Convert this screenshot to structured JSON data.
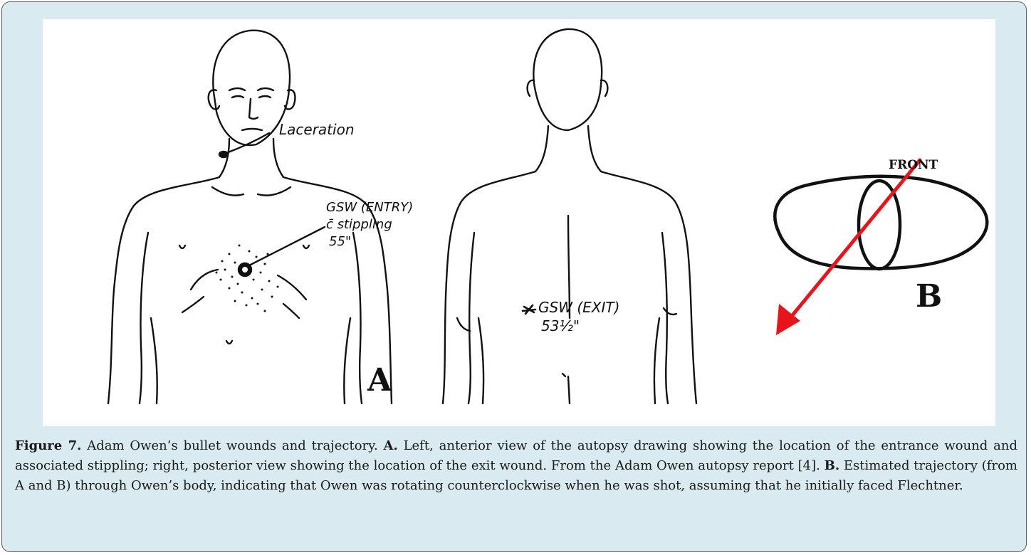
{
  "figure": {
    "panel_a_letter": "A",
    "panel_b_letter": "B",
    "laceration_label": "Laceration",
    "entry_label_line1": "GSW (ENTRY)",
    "entry_label_line2": "c̄ stippling",
    "entry_label_line3": "55\"",
    "exit_label_line1": "GSW (EXIT)",
    "exit_label_line2": "53½\"",
    "front_label": "FRONT",
    "arrow_color": "#e8141b"
  },
  "caption": {
    "figure_label": "Figure 7.",
    "intro": " Adam Owen’s bullet wounds and trajectory. ",
    "a_label": "A.",
    "a_text": " Left, anterior view of the autopsy drawing showing the location of the entrance wound and associated stippling; right, posterior view showing the location of the exit wound. From the Adam Owen autopsy report [4]. ",
    "b_label": "B.",
    "b_text": " Estimated trajectory (from A and B) through Owen’s body, indicating that Owen was rotating counterclockwise when he was shot, assuming that he initially faced Flechtner."
  }
}
